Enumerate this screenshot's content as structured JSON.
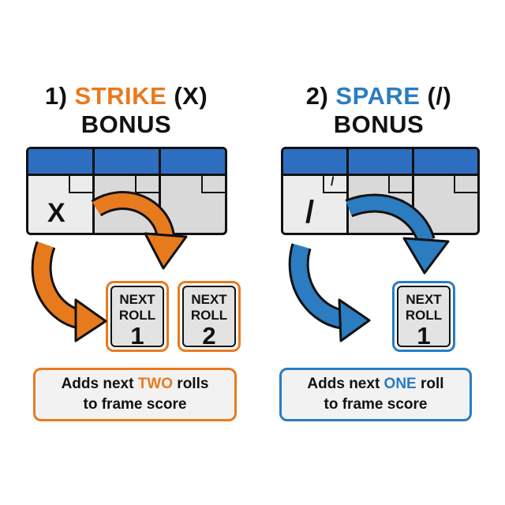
{
  "colors": {
    "strike": "#E87A1E",
    "spare": "#2B7CC1",
    "frame_header": "#2E6EC0"
  },
  "strike": {
    "title_prefix": "1) ",
    "title_highlight": "STRIKE",
    "title_suffix": " (X)",
    "title_line2": "BONUS",
    "frame_mark": "X",
    "rolls": [
      {
        "label": "NEXT\nROLL",
        "number": "1"
      },
      {
        "label": "NEXT\nROLL",
        "number": "2"
      }
    ],
    "caption_pre": "Adds next ",
    "caption_em": "TWO",
    "caption_post": " rolls",
    "caption_line2": "to frame score"
  },
  "spare": {
    "title_prefix": "2) ",
    "title_highlight": "SPARE",
    "title_suffix": " (/)",
    "title_line2": "BONUS",
    "frame_mark": "/",
    "mini_mark": "/",
    "rolls": [
      {
        "label": "NEXT\nROLL",
        "number": "1"
      }
    ],
    "caption_pre": "Adds next ",
    "caption_em": "ONE",
    "caption_post": " roll",
    "caption_line2": "to frame score"
  }
}
